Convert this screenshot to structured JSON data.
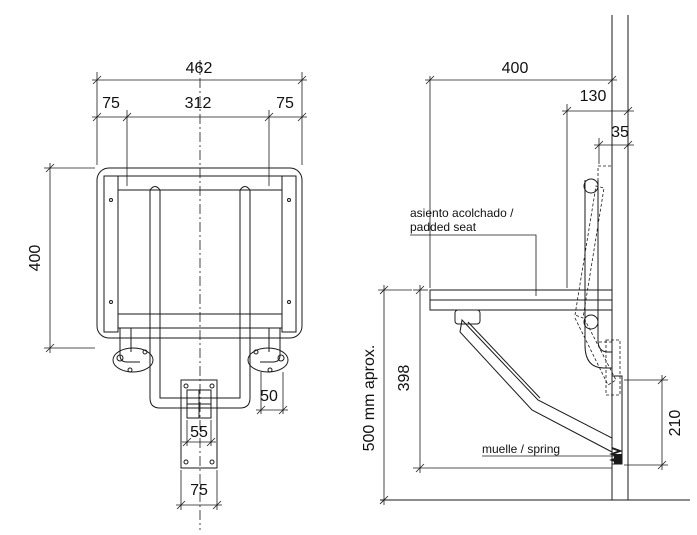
{
  "front_view": {
    "dims": {
      "overall_width": "462",
      "left_margin": "75",
      "center_span": "312",
      "right_margin": "75",
      "height": "400",
      "bracket_width": "50",
      "plate_inner": "55",
      "plate_outer": "75"
    }
  },
  "side_view": {
    "dims": {
      "depth": "400",
      "offset": "130",
      "wall_gap": "35",
      "seat_height": "398",
      "spring_height": "210",
      "mount_height": "500 mm aprox."
    },
    "labels": {
      "seat_es": "asiento acolchado /",
      "seat_en": "padded seat",
      "spring": "muelle / spring"
    }
  },
  "colors": {
    "line": "#1a1a1a",
    "background": "#ffffff"
  }
}
